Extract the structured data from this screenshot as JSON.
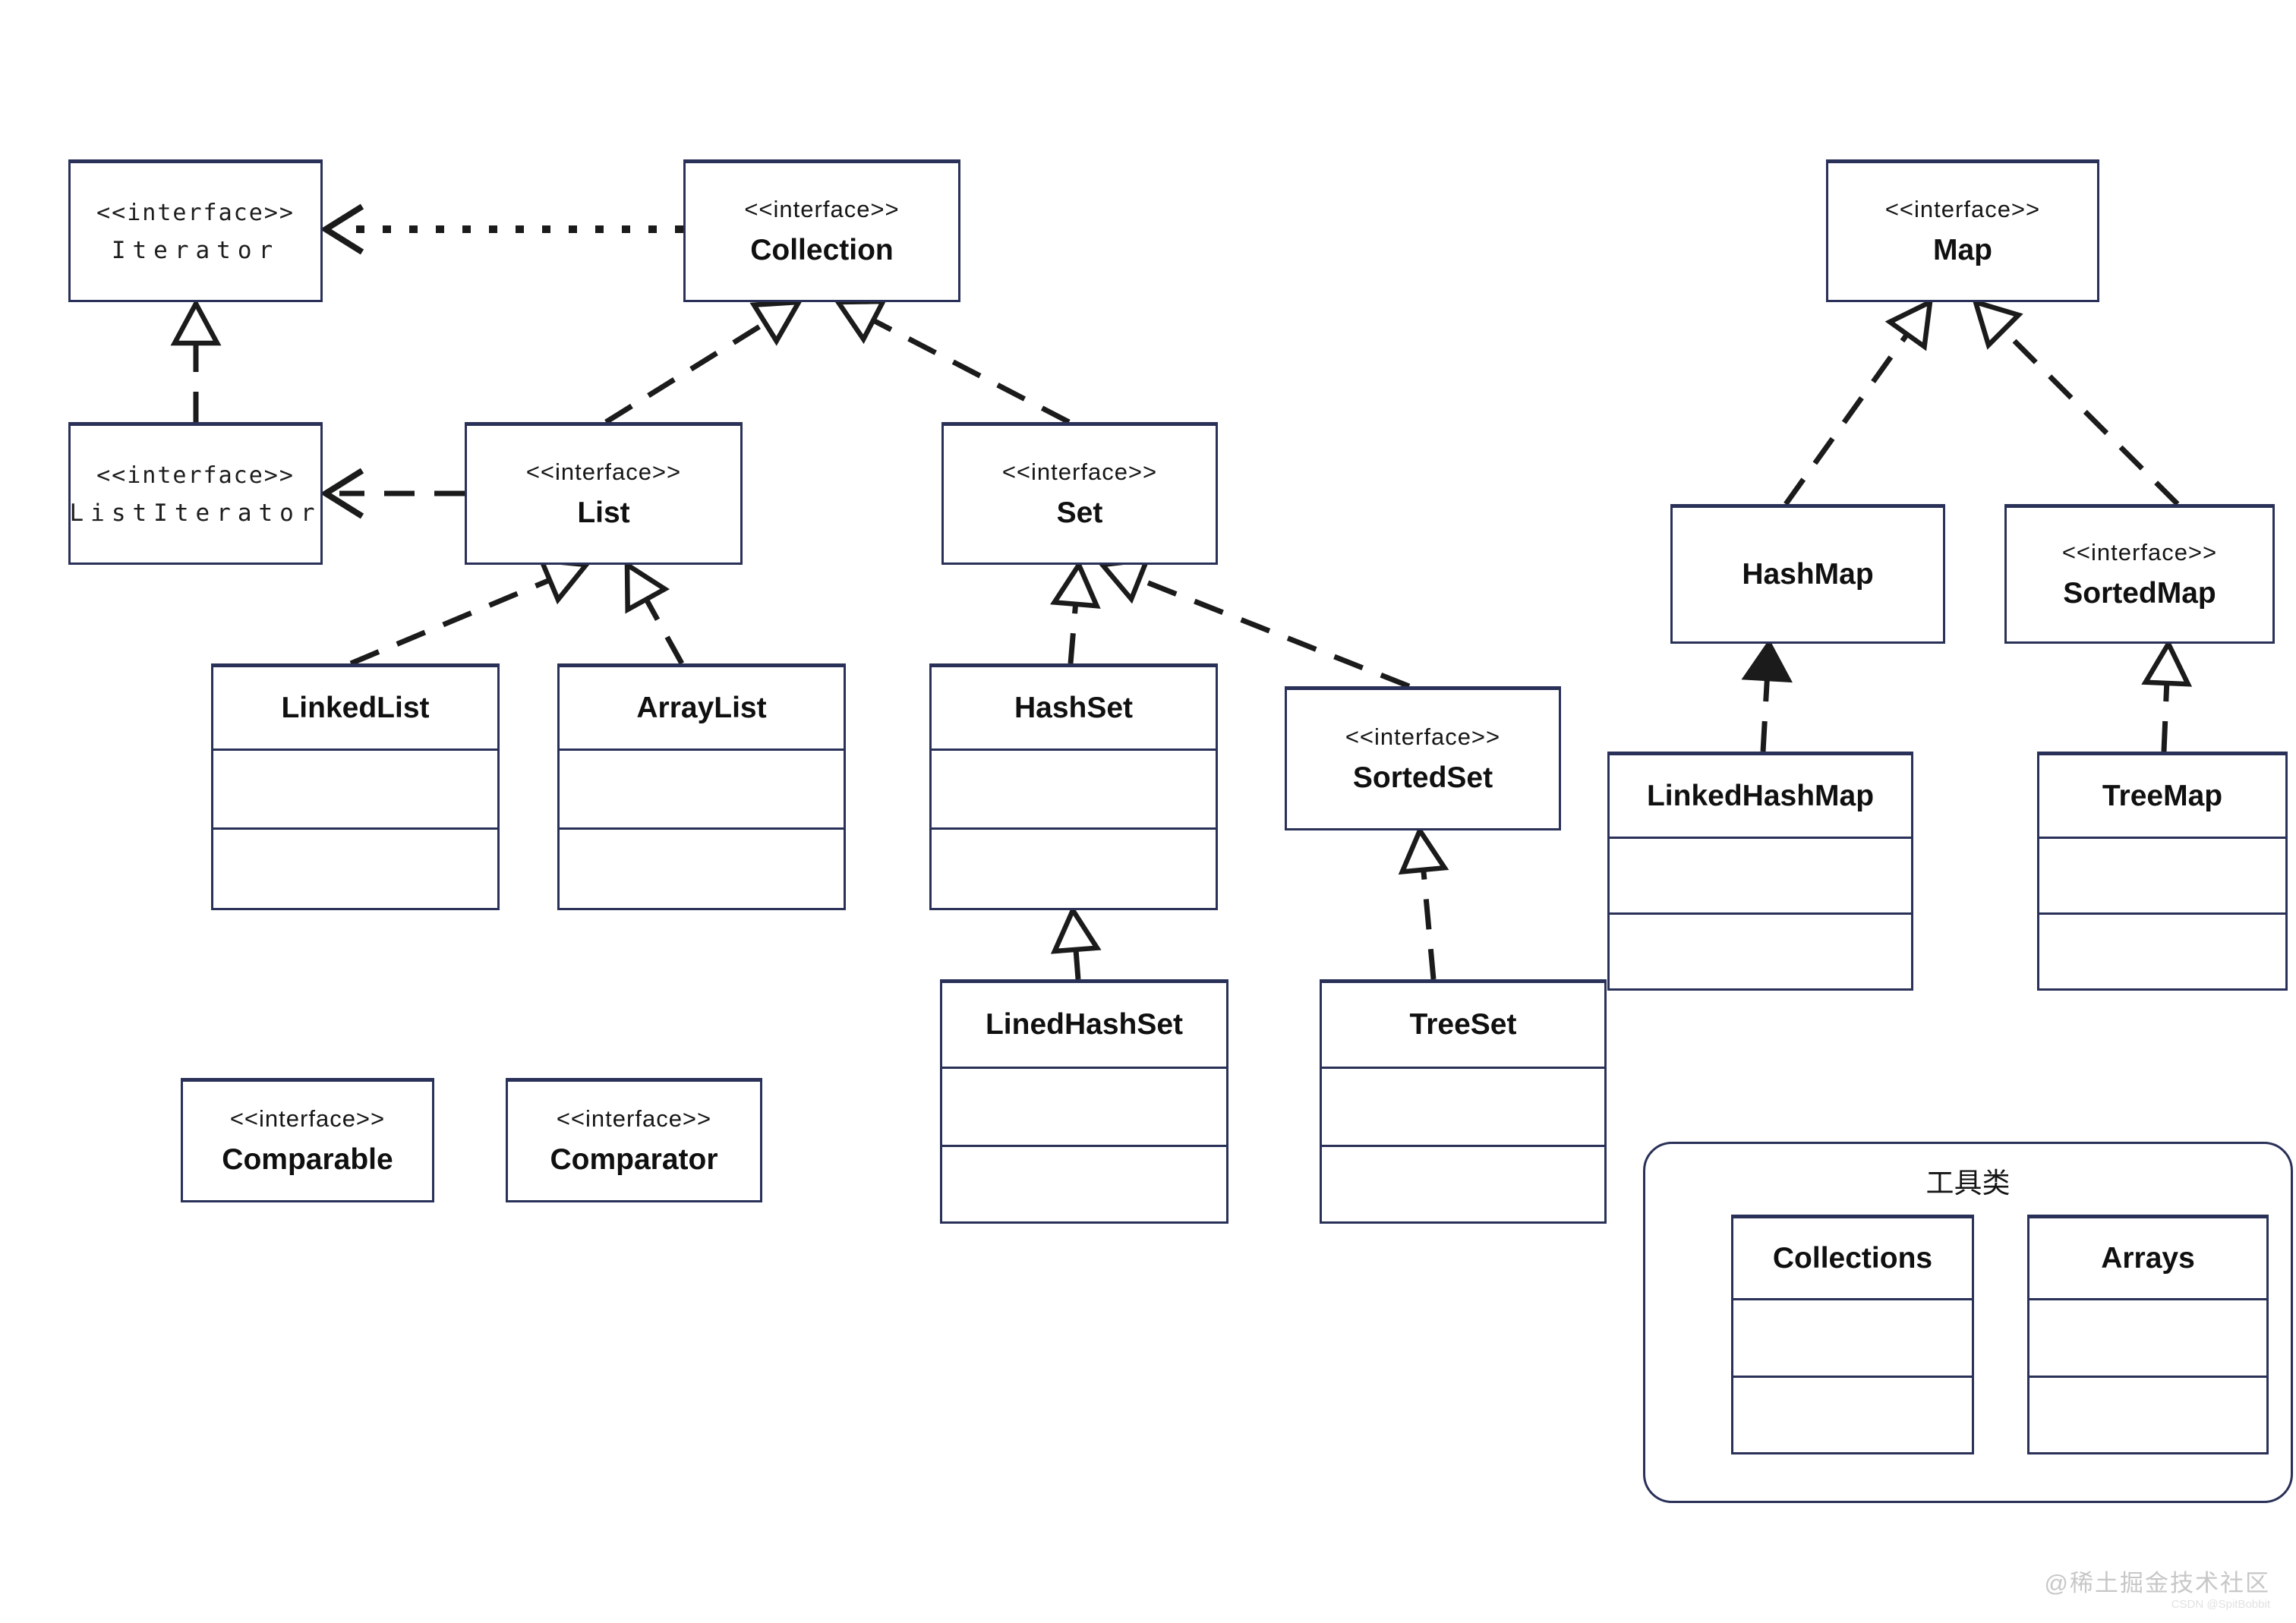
{
  "nodes": {
    "iterator": {
      "stereotype": "<<interface>>",
      "name": "Iterator"
    },
    "list_iterator": {
      "stereotype": "<<interface>>",
      "name": "ListIterator"
    },
    "collection": {
      "stereotype": "<<interface>>",
      "name": "Collection"
    },
    "list": {
      "stereotype": "<<interface>>",
      "name": "List"
    },
    "set": {
      "stereotype": "<<interface>>",
      "name": "Set"
    },
    "sorted_set": {
      "stereotype": "<<interface>>",
      "name": "SortedSet"
    },
    "linked_list": {
      "name": "LinkedList"
    },
    "array_list": {
      "name": "ArrayList"
    },
    "hash_set": {
      "name": "HashSet"
    },
    "lined_hash_set": {
      "name": "LinedHashSet"
    },
    "tree_set": {
      "name": "TreeSet"
    },
    "comparable": {
      "stereotype": "<<interface>>",
      "name": "Comparable"
    },
    "comparator": {
      "stereotype": "<<interface>>",
      "name": "Comparator"
    },
    "map": {
      "stereotype": "<<interface>>",
      "name": "Map"
    },
    "hash_map": {
      "name": "HashMap"
    },
    "sorted_map": {
      "stereotype": "<<interface>>",
      "name": "SortedMap"
    },
    "linked_hash_map": {
      "name": "LinkedHashMap"
    },
    "tree_map": {
      "name": "TreeMap"
    },
    "collections_util": {
      "name": "Collections"
    },
    "arrays_util": {
      "name": "Arrays"
    }
  },
  "utility_group": {
    "title": "工具类"
  },
  "watermark": {
    "main": "@稀土掘金技术社区",
    "sub": "CSDN @SpitBobbit"
  },
  "colors": {
    "box_border": "#2a3158",
    "line": "#1b1b1b",
    "background": "#ffffff"
  }
}
